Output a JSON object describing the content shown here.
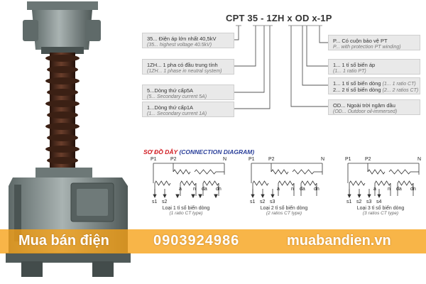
{
  "product_code": "CPT 35 - 1ZH x OD x-1P",
  "specs_left": [
    {
      "vn": "35... Điện áp lớn nhất 40,5kV",
      "en": "(35... highest voltage 40.5kV)"
    },
    {
      "vn": "1ZH... 1 pha có đầu trung tính",
      "en": "(1ZH... 1 phase in neutral system)"
    },
    {
      "vn": "5...Dòng thứ cấp5A",
      "en": "(5... Secondary current 5A)"
    },
    {
      "vn": "1...Dòng thứ cấp1A",
      "en": "(1... Secondary current 1A)"
    }
  ],
  "specs_right": [
    {
      "vn": "P... Có cuộn bảo vệ PT",
      "en": "P... with protection PT winding)"
    },
    {
      "vn": "1... 1 tỉ số biến áp",
      "en": "(1... 1 ratio PT)"
    },
    {
      "vn": "1... 1 tỉ số biến dòng",
      "en": "(1... 1 ratio CT)",
      "vn2": "2... 2 tỉ số biến dòng",
      "en2": "(2... 2 ratios CT)"
    },
    {
      "vn": "OD... Ngoài trời ngâm dầu",
      "en": "(OD... Outdoor oil-immersed)"
    }
  ],
  "diagram_title": {
    "vn": "SƠ ĐỒ DÂY",
    "en": "(CONNECTION DIAGRAM)"
  },
  "diagrams": [
    {
      "vn": "Loại 1 tỉ số biến dòng",
      "en": "(1 ratio CT type)",
      "terminals": [
        "P1",
        "P2",
        "N",
        "a",
        "n",
        "da",
        "dn",
        "s1",
        "s2"
      ]
    },
    {
      "vn": "Loại 2 tỉ số biến dòng",
      "en": "(2 ratios CT type)",
      "terminals": [
        "P1",
        "P2",
        "N",
        "a",
        "n",
        "da",
        "dn",
        "s1",
        "s2",
        "s3"
      ]
    },
    {
      "vn": "Loại 3 tỉ số biến dòng",
      "en": "(3 ratios CT type)",
      "terminals": [
        "P1",
        "P2",
        "N",
        "a",
        "n",
        "da",
        "dn",
        "s1",
        "s2",
        "s3",
        "s4"
      ]
    }
  ],
  "banner": {
    "name": "Mua bán điện",
    "phone": "0903924986",
    "site": "muabandien.vn"
  },
  "colors": {
    "banner": "#f6a014",
    "title_red": "#d0181e",
    "title_blue": "#2a3f9a",
    "box_bg": "#e9e9e9",
    "line": "#444444",
    "insulator": "#4a2a1c",
    "body": "#7f8b8a"
  }
}
